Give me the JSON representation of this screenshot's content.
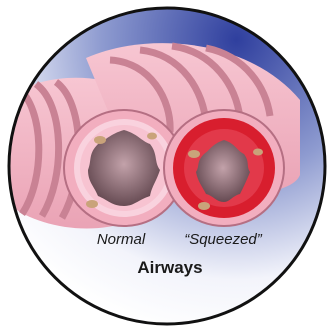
{
  "labels": {
    "normal": "Normal",
    "squeezed": "“Squeezed”",
    "title": "Airways"
  },
  "colors": {
    "tube_pink": "#f4b6c4",
    "tube_dark": "#c98294",
    "lining": "#f9d2de",
    "lumen": "#8a6a72",
    "inflamed": "#d81e2e",
    "gland": "#c9a37a",
    "bg_top": "#3c4fa8",
    "bg_bottom": "#ffffff"
  }
}
